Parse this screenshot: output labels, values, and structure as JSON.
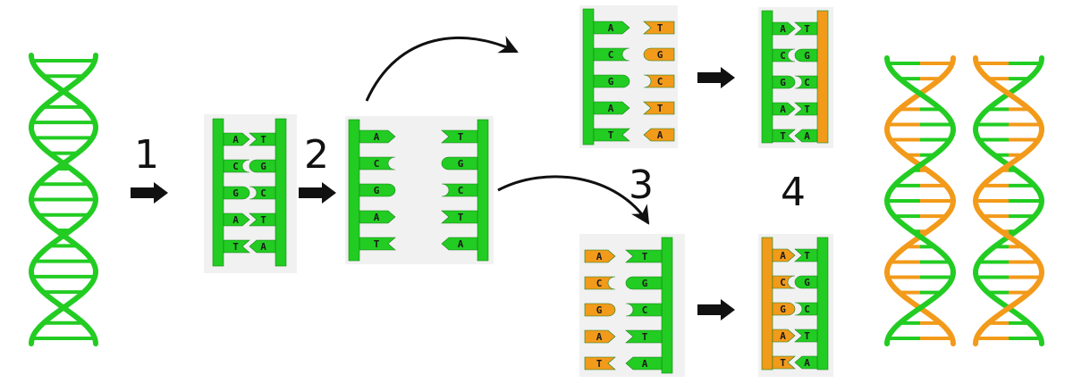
{
  "step_labels": [
    "1",
    "2",
    "3",
    "4"
  ],
  "colors": {
    "green": "#22cc22",
    "orange": "#f29a1a",
    "arrow": "#111111",
    "panel": "#f1f1f1",
    "bond": "#ffffff"
  },
  "sequence": {
    "left_strand": [
      "A",
      "C",
      "G",
      "A",
      "T"
    ],
    "right_strand": [
      "T",
      "G",
      "C",
      "T",
      "A"
    ]
  }
}
